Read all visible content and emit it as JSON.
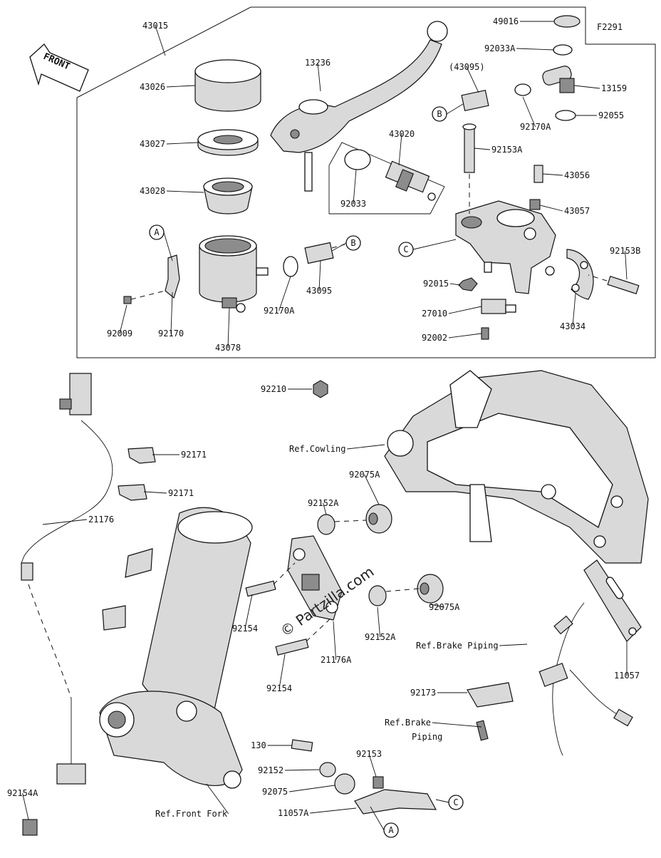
{
  "figure_code": "F2291",
  "front_label": "FRONT",
  "watermark": "© Partzilla.com",
  "part_labels": [
    "43015",
    "43026",
    "43027",
    "43028",
    "13236",
    "43020",
    "92033",
    "49016",
    "92033A",
    "(43095)",
    "13159",
    "92170A",
    "92055",
    "92153A",
    "43056",
    "43057",
    "92153B",
    "92015",
    "27010",
    "92002",
    "43034",
    "43095",
    "92170A",
    "92170",
    "92009",
    "43078",
    "92210",
    "92171",
    "92171",
    "21176",
    "92075A",
    "92152A",
    "92075A",
    "92152A",
    "21176A",
    "92154",
    "92154",
    "11057",
    "92173",
    "130",
    "92152",
    "92153",
    "92075",
    "11057A",
    "92154A"
  ],
  "ref_labels": [
    "Ref.Cowling",
    "Ref.Brake Piping",
    "Ref.Brake",
    "Piping",
    "Ref.Front Fork"
  ],
  "callouts": [
    "A",
    "B",
    "B",
    "C",
    "A",
    "C"
  ]
}
